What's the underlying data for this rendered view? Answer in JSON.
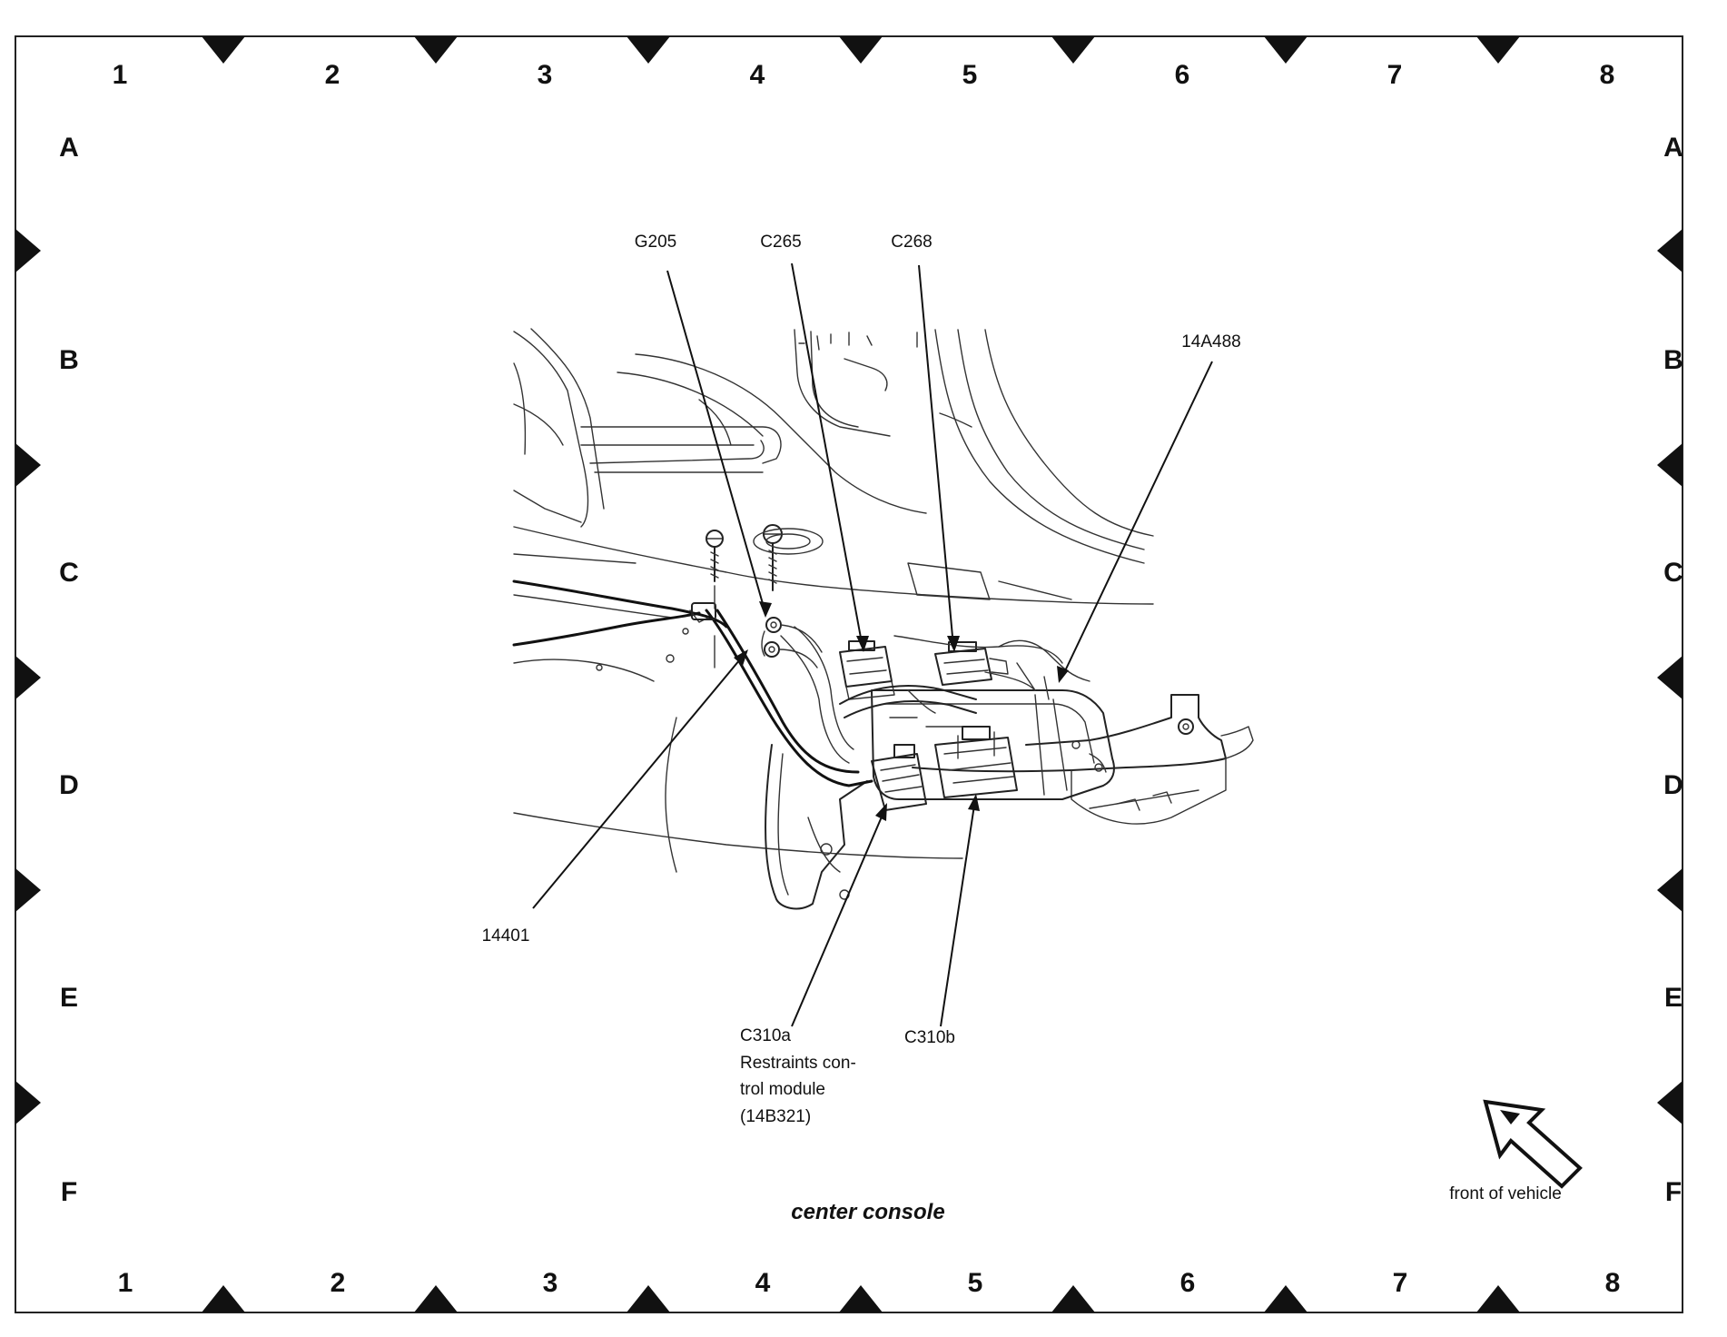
{
  "grid": {
    "columns": [
      "1",
      "2",
      "3",
      "4",
      "5",
      "6",
      "7",
      "8"
    ],
    "rows": [
      "A",
      "B",
      "C",
      "D",
      "E",
      "F"
    ]
  },
  "callouts": {
    "g205": "G205",
    "c265": "C265",
    "c268": "C268",
    "p14a488": "14A488",
    "p14401": "14401",
    "c310a": "C310a",
    "rcm_line1": "Restraints con-",
    "rcm_line2": "trol module",
    "rcm_line3": "(14B321)",
    "c310b": "C310b"
  },
  "caption": "center console",
  "orientation_label": "front of vehicle",
  "icons": {
    "orientation_arrow": "arrow-up-left-icon",
    "bolts": "bolt-icon"
  }
}
